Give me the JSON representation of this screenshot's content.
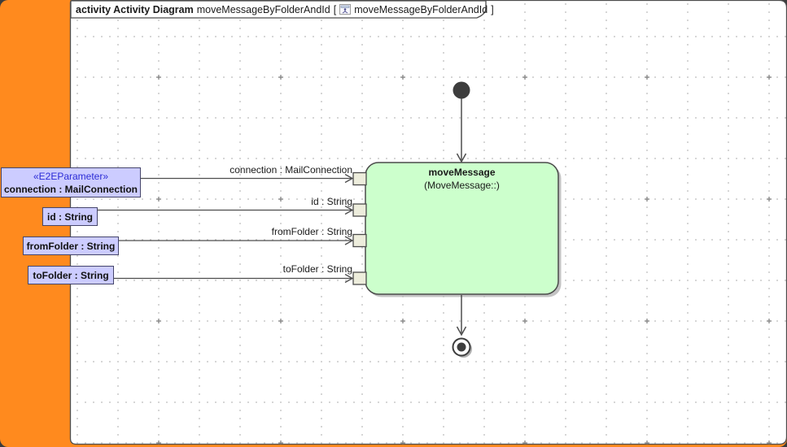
{
  "title_bar": {
    "kind": "activity Activity Diagram",
    "diagram_name": "moveMessageByFolderAndId",
    "bracket_open": "[",
    "context_name": "moveMessageByFolderAndId",
    "bracket_close": "]",
    "icon": "activity-diagram-icon"
  },
  "activity": {
    "name": "moveMessage",
    "behavior": "(MoveMessage::)"
  },
  "parameters": [
    {
      "stereotype": "«E2EParameter»",
      "name": "connection : MailConnection",
      "edge_label": "connection : MailConnection"
    },
    {
      "name": "id : String",
      "edge_label": "id : String"
    },
    {
      "name": "fromFolder : String",
      "edge_label": "fromFolder : String"
    },
    {
      "name": "toFolder : String",
      "edge_label": "toFolder : String"
    }
  ],
  "colors": {
    "frame_orange": "#FF8A1E",
    "action_fill": "#CCFFCC",
    "action_border": "#4A4A4A",
    "parameter_fill": "#CCCCFF",
    "parameter_border": "#45456B",
    "stereotype_text": "#2B2BD6",
    "pin_fill": "#EDEDDC",
    "flow_line": "#4D4D4D",
    "grid_dot": "#8C8C8C"
  }
}
